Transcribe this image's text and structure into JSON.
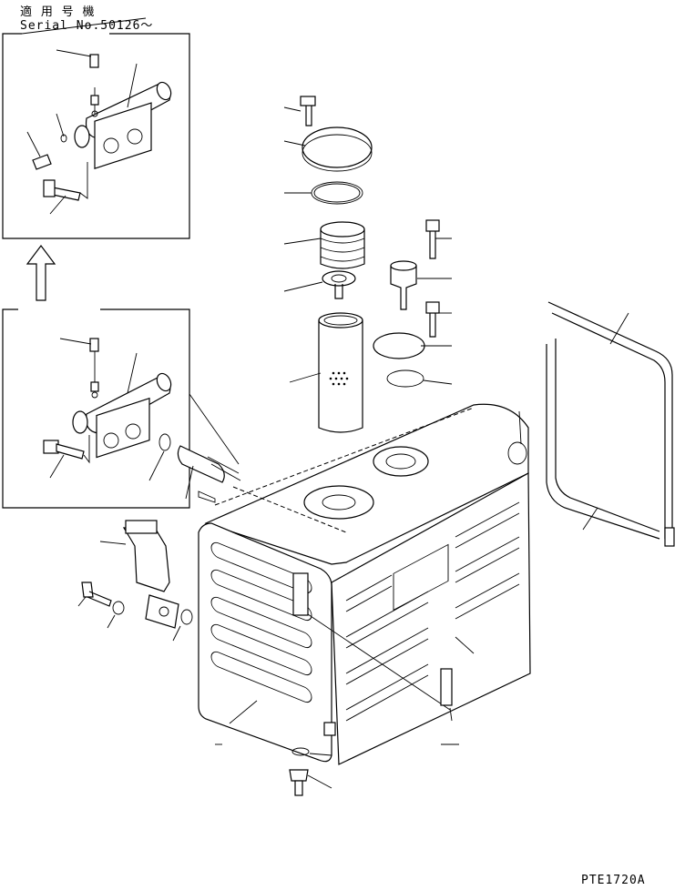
{
  "header": {
    "applicable_models": "適 用 号 機",
    "serial": "Serial No.50126～"
  },
  "footer": {
    "drawing_code": "PTE1720A"
  },
  "colors": {
    "ink": "#000000",
    "paper": "#ffffff"
  }
}
